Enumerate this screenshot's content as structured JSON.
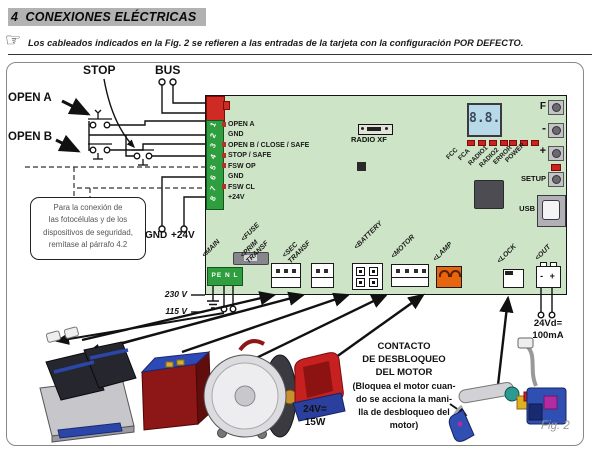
{
  "header": {
    "section_number": "4",
    "title": "CONEXIONES ELÉCTRICAS",
    "hand_icon": "☞",
    "note": "Los cableados indicados en la Fig. 2 se refieren a las entradas de la tarjeta con la configuración POR DEFECTO."
  },
  "wiring": {
    "stop_label": "STOP",
    "bus_label": "BUS",
    "open_a_label": "OPEN A",
    "open_b_label": "OPEN B",
    "gnd_label": "GND",
    "p24v_label": "+24V",
    "note_box_lines": [
      "Para la conexión de",
      "las fotocélulas y de los",
      "dispositivos de seguridad,",
      "remítase al párrafo 4.2"
    ],
    "v230": "230 V",
    "v115": "115 V"
  },
  "board": {
    "terminal_numbers": [
      "1",
      "2",
      "3",
      "4",
      "5",
      "6",
      "7",
      "8"
    ],
    "terminal_labels": [
      "OPEN A",
      "GND",
      "OPEN B / CLOSE / SAFE",
      "STOP / SAFE",
      "FSW OP",
      "GND",
      "FSW CL",
      "+24V"
    ],
    "radio_label": "RADIO XF",
    "display_value": "8.8.",
    "led_labels": [
      "FCC",
      "FCA",
      "RADIO1",
      "RADIO2",
      "ERROR",
      "POWER"
    ],
    "btn_f": "F",
    "btn_minus": "-",
    "btn_plus": "+",
    "btn_setup": "SETUP",
    "usb_label": "USB",
    "main_terminal_text": "PE N L",
    "conn_main": "<MAIN",
    "conn_fuse": "<FUSE",
    "conn_prim1": "<PRIM",
    "conn_prim2": "TRANSF",
    "conn_sec1": "<SEC",
    "conn_sec2": "TRANSF",
    "conn_battery": "<BATTERY",
    "conn_motor": "<MOTOR",
    "conn_lamp": "<LAMP",
    "conn_lock": "<LOCK",
    "conn_out": "<OUT",
    "out_polarity": "- +"
  },
  "bottom": {
    "lamp_rating": [
      "24V=",
      "15W"
    ],
    "out_rating": [
      "24Vd=",
      "100mA"
    ],
    "contact_title": [
      "CONTACTO",
      "DE DESBLOQUEO",
      "DEL MOTOR"
    ],
    "contact_body": [
      "(Bloquea el motor cuan-",
      "do se acciona la mani-",
      "lla de desbloqueo del",
      "motor)"
    ],
    "fig_label": "Fig. 2"
  }
}
